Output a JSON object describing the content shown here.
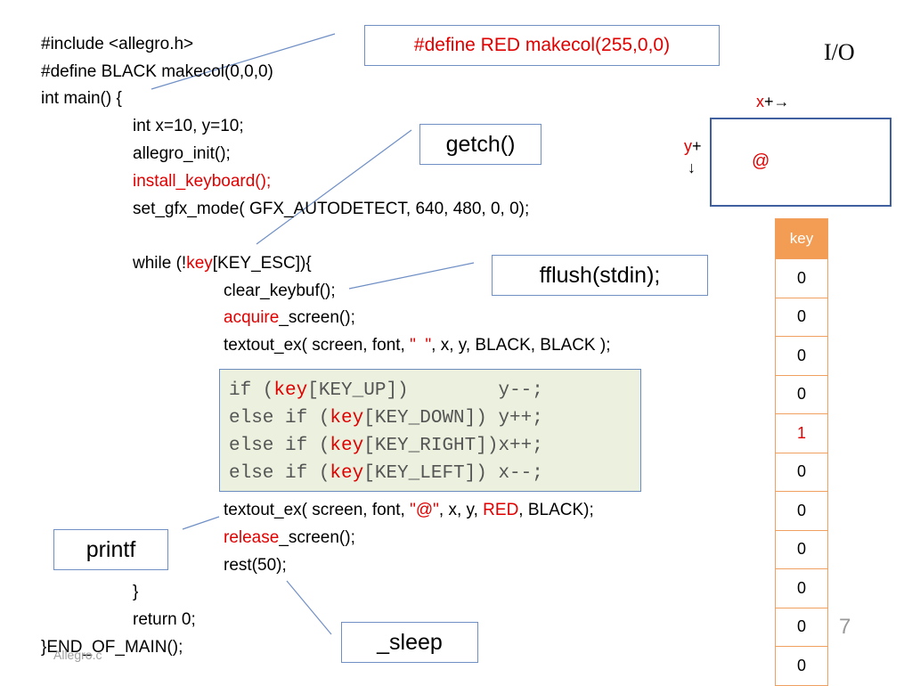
{
  "code": {
    "l1": "#include <allegro.h>",
    "l2": "#define BLACK makecol(0,0,0)",
    "l3": "int main() {",
    "l4": "int x=10, y=10;",
    "l5": "allegro_init();",
    "l6": "install_keyboard();",
    "l7": "set_gfx_mode( GFX_AUTODETECT, 640, 480, 0, 0);",
    "l8a": "while (!",
    "l8b": "key",
    "l8c": "[KEY_ESC]){",
    "l9": "clear_keybuf();",
    "l10a": "acquire",
    "l10b": "_screen();",
    "l11a": "textout_ex( screen, font, ",
    "l11b": "\"  \"",
    "l11c": ", x, y, BLACK, BLACK );",
    "l12a": "textout_ex( screen, font, ",
    "l12b": "\"@\"",
    "l12c": ", x, y, ",
    "l12d": "RED",
    "l12e": ", BLACK);",
    "l13a": "release",
    "l13b": "_screen();",
    "l14": "rest(50);",
    "l15": "}",
    "l16": "return 0;",
    "l17": "}END_OF_MAIN();"
  },
  "ifblock": [
    {
      "pre": "if (",
      "key": "key",
      "post": "[KEY_UP])        y--;"
    },
    {
      "pre": "else if (",
      "key": "key",
      "post": "[KEY_DOWN]) y++;"
    },
    {
      "pre": "else if (",
      "key": "key",
      "post": "[KEY_RIGHT])x++;"
    },
    {
      "pre": "else if (",
      "key": "key",
      "post": "[KEY_LEFT]) x--;"
    }
  ],
  "callouts": {
    "define_red": "#define RED makecol(255,0,0)",
    "getch": "getch()",
    "fflush": "fflush(stdin);",
    "printf": "printf",
    "sleep": "_sleep"
  },
  "io": {
    "title": "I/O",
    "x_label": "x",
    "y_label": "y",
    "plus": "+",
    "right_arrow": "→",
    "down_arrow": "↓",
    "cursor_char": "@"
  },
  "key_table": {
    "header": "key",
    "values": [
      "0",
      "0",
      "0",
      "0",
      "1",
      "0",
      "0",
      "0",
      "0",
      "0",
      "0"
    ]
  },
  "slide_number": "7",
  "footer": "Allegro.c",
  "colors": {
    "accent_red": "#e00000",
    "table_header": "#f39c53",
    "codebox_bg": "#ebf1de",
    "callout_border": "#6f8fc5"
  }
}
